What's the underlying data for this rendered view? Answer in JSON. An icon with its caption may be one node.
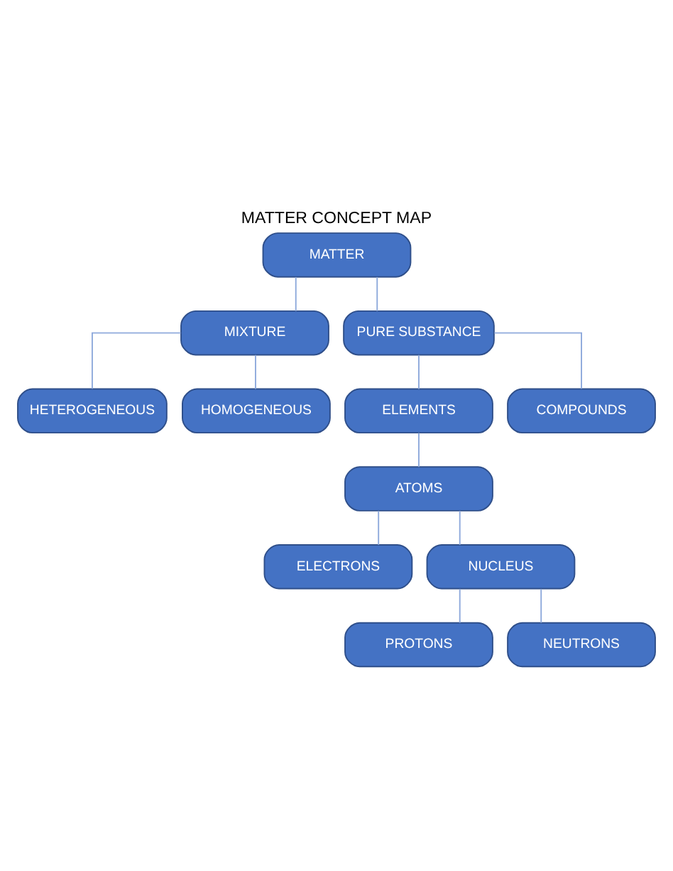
{
  "diagram": {
    "title": "MATTER CONCEPT MAP",
    "nodes": [
      {
        "text": [
          "MATTER"
        ]
      },
      {
        "text": [
          "MIXTURE"
        ]
      },
      {
        "text": [
          "PURE SUBSTANCE"
        ]
      },
      {
        "text": [
          "HETEROGENEOUS"
        ]
      },
      {
        "text": [
          "HOMOGENEOUS"
        ]
      },
      {
        "text": [
          "ELEMENTS"
        ]
      },
      {
        "text": [
          "COMPOUNDS"
        ]
      },
      {
        "text": [
          "ATOMS"
        ]
      },
      {
        "text": [
          "ELECTRONS"
        ]
      },
      {
        "text": [
          "NUCLEUS"
        ]
      },
      {
        "text": [
          "PROTONS"
        ]
      },
      {
        "text": [
          "NEUTRONS"
        ]
      }
    ],
    "edges": [
      {
        "from": 0,
        "to": 1,
        "arrow": "none"
      },
      {
        "from": 0,
        "to": 2,
        "arrow": "none"
      },
      {
        "from": 1,
        "to": 3,
        "arrow": "none"
      },
      {
        "from": 1,
        "to": 4,
        "arrow": "none"
      },
      {
        "from": 2,
        "to": 5,
        "arrow": "none"
      },
      {
        "from": 2,
        "to": 6,
        "arrow": "none"
      },
      {
        "from": 5,
        "to": 7,
        "arrow": "none"
      },
      {
        "from": 7,
        "to": 8,
        "arrow": "none"
      },
      {
        "from": 7,
        "to": 9,
        "arrow": "none"
      },
      {
        "from": 9,
        "to": 10,
        "arrow": "none"
      },
      {
        "from": 9,
        "to": 11,
        "arrow": "none"
      }
    ]
  }
}
